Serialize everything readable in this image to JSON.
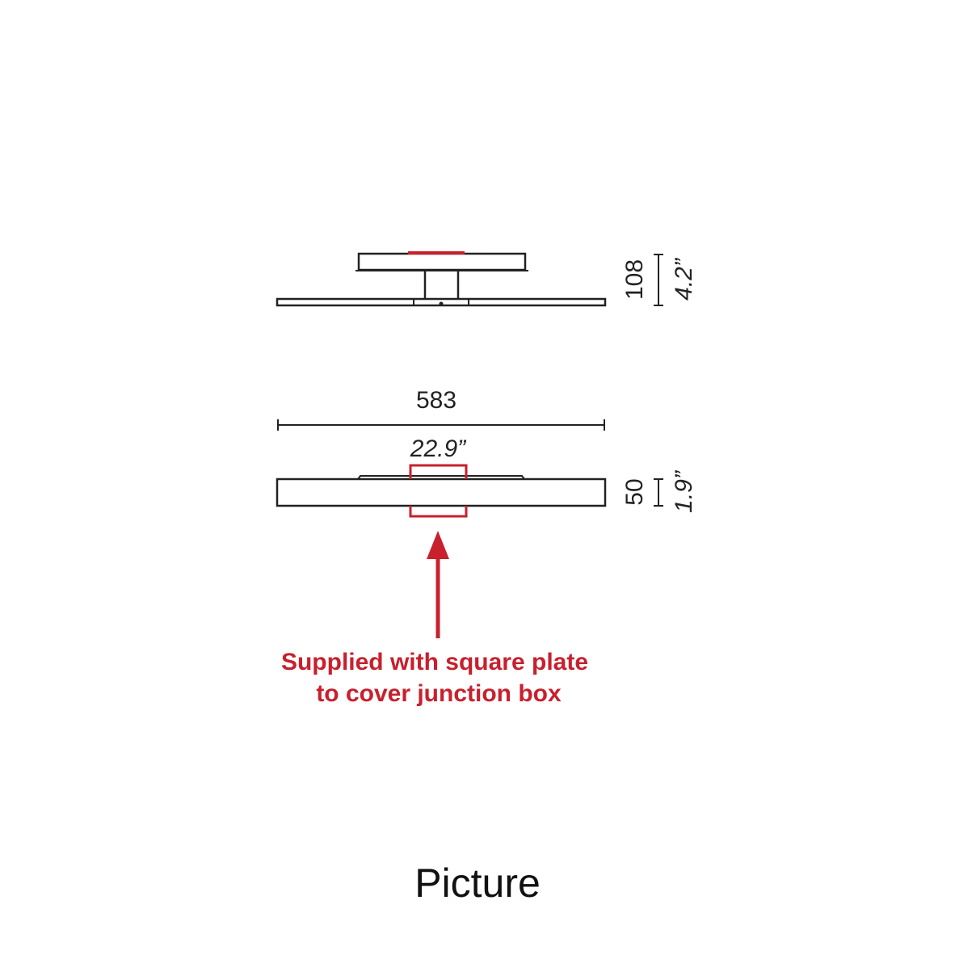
{
  "colors": {
    "line": "#222222",
    "accent": "#c8202d",
    "background": "#ffffff"
  },
  "side_view": {
    "height_mm": "108",
    "height_in": "4.2”"
  },
  "front_view": {
    "width_mm": "583",
    "width_in": "22.9”",
    "height_mm": "50",
    "height_in": "1.9”"
  },
  "note": {
    "line1": "Supplied with square plate",
    "line2": "to cover junction box"
  },
  "caption": "Picture"
}
